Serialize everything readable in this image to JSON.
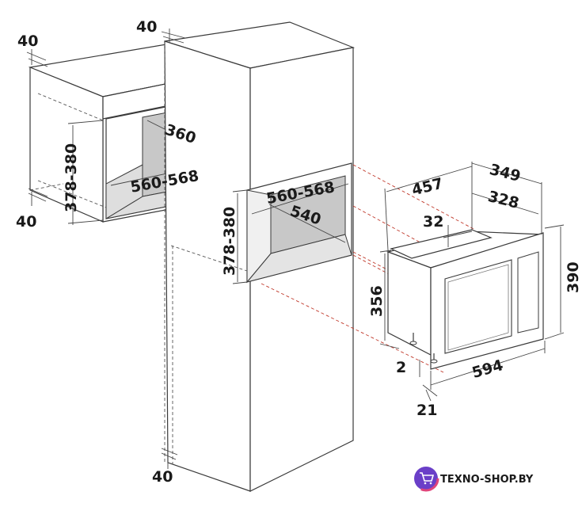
{
  "dimensions": {
    "top_left_gap": "40",
    "top_right_gap": "40",
    "wall_depth": "360",
    "wall_width": "560-568",
    "wall_height": "378-380",
    "wall_bottom_gap": "40",
    "tall_width": "560-568",
    "tall_depth": "540",
    "tall_height": "378-380",
    "tall_bottom_gap": "40",
    "oven_depth_total": "457",
    "oven_depth_body": "349",
    "oven_depth_inner": "328",
    "oven_top_step": "32",
    "oven_height_body": "356",
    "oven_height_front": "390",
    "oven_width": "594",
    "oven_bottom_offset": "2",
    "oven_front_thickness": "21"
  },
  "logo": {
    "text": "TEXNO-SHOP.BY",
    "icon": "cart-icon"
  }
}
